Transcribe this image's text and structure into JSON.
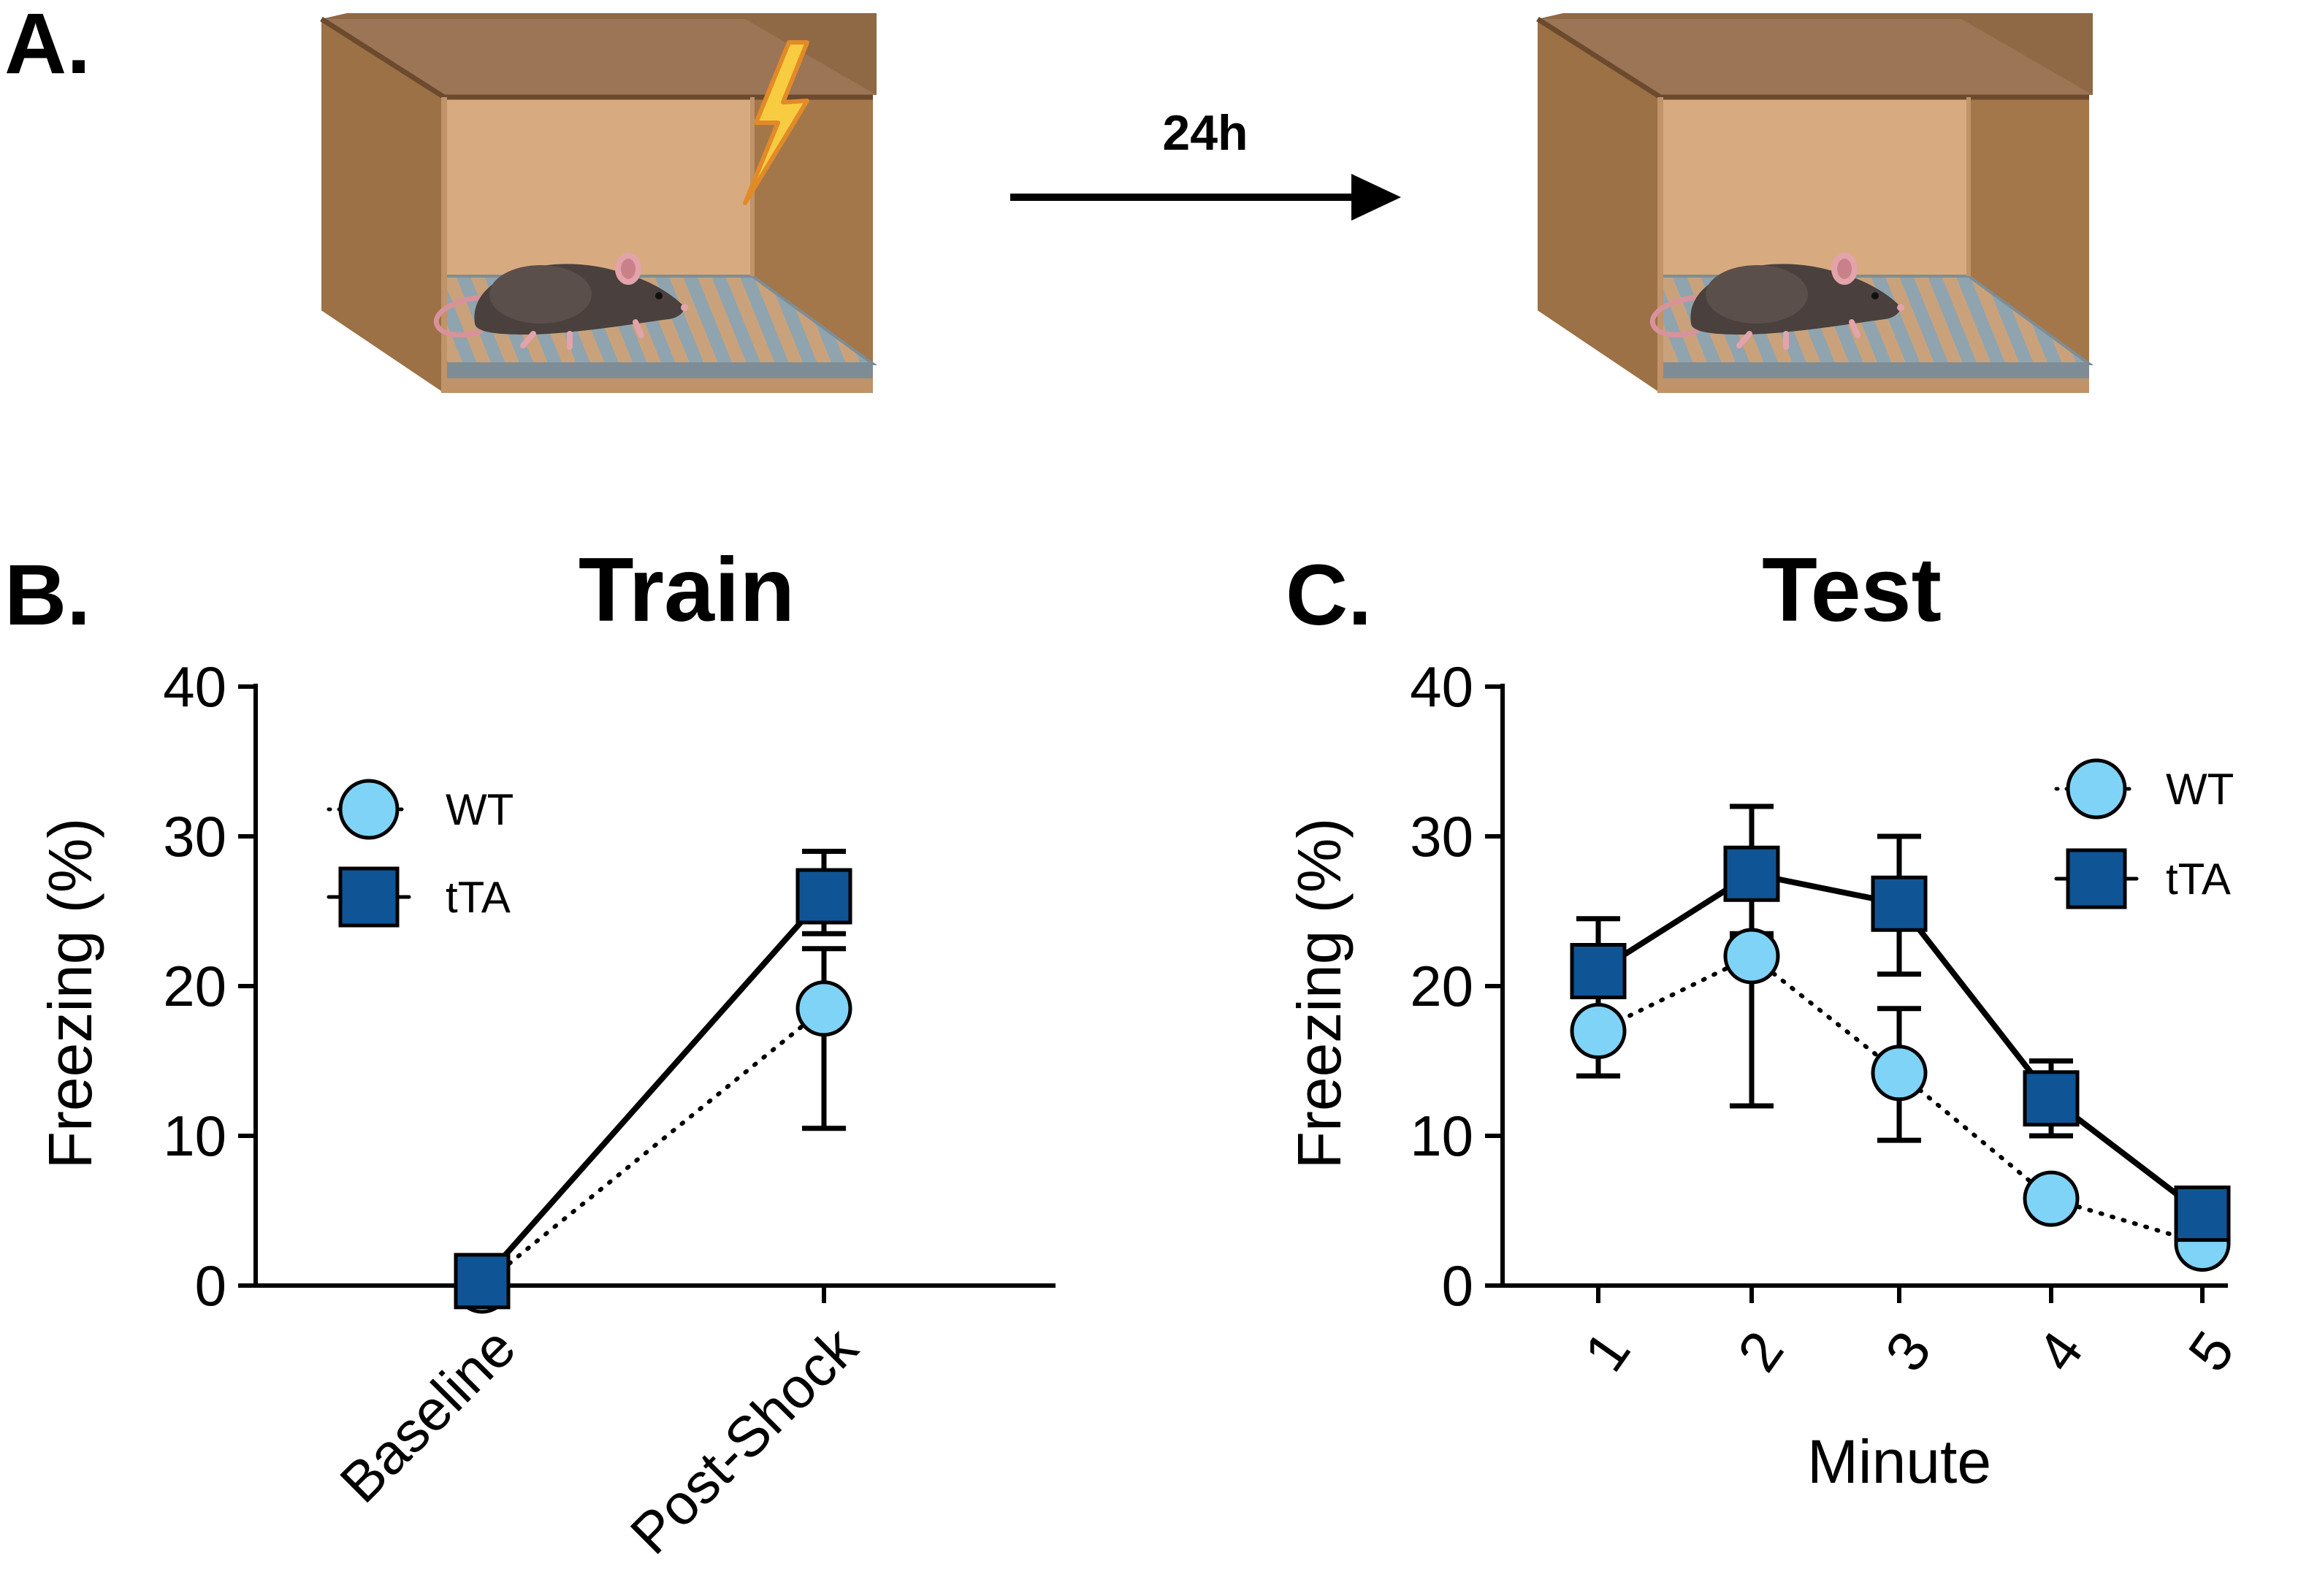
{
  "panels": {
    "a": {
      "letter": "A.",
      "delay_label": "24h",
      "shock_icon": "lightning-bolt-icon",
      "animal_icon": "mouse-icon"
    },
    "b": {
      "letter": "B."
    },
    "c": {
      "letter": "C."
    }
  },
  "colors": {
    "wt": "#7fd3f7",
    "tta": "#0f5596",
    "line": "#000000"
  },
  "chart_data": [
    {
      "id": "train",
      "type": "line",
      "title": "Train",
      "xlabel": "",
      "ylabel": "Freezing (%)",
      "categories": [
        "Baseline",
        "Post-Shock"
      ],
      "ylim": [
        0,
        40
      ],
      "yticks": [
        0,
        10,
        20,
        30,
        40
      ],
      "legend_position": "top-left",
      "series": [
        {
          "name": "WT",
          "marker": "circle",
          "line_style": "dotted",
          "values": [
            0,
            18.5
          ],
          "err_low": [
            0,
            10.5
          ],
          "err_high": [
            0,
            22.5
          ]
        },
        {
          "name": "tTA",
          "marker": "square",
          "line_style": "solid",
          "values": [
            0.3,
            26
          ],
          "err_low": [
            0.3,
            23.5
          ],
          "err_high": [
            0.3,
            29
          ]
        }
      ]
    },
    {
      "id": "test",
      "type": "line",
      "title": "Test",
      "xlabel": "Minute",
      "ylabel": "Freezing (%)",
      "categories": [
        "1",
        "2",
        "3",
        "4",
        "5"
      ],
      "ylim": [
        0,
        40
      ],
      "yticks": [
        0,
        10,
        20,
        30,
        40
      ],
      "legend_position": "top-right",
      "series": [
        {
          "name": "WT",
          "marker": "circle",
          "line_style": "dotted",
          "values": [
            17,
            22,
            14.2,
            5.8,
            2.8
          ],
          "err_low": [
            14,
            12,
            9.7,
            5.8,
            2.8
          ],
          "err_high": [
            20,
            23.3,
            18.5,
            5.8,
            2.8
          ]
        },
        {
          "name": "tTA",
          "marker": "square",
          "line_style": "solid",
          "values": [
            21,
            27.5,
            25.5,
            12.5,
            4.8
          ],
          "err_low": [
            17.5,
            23.5,
            20.8,
            10,
            4.8
          ],
          "err_high": [
            24.5,
            32,
            30,
            15,
            4.8
          ]
        }
      ]
    }
  ]
}
